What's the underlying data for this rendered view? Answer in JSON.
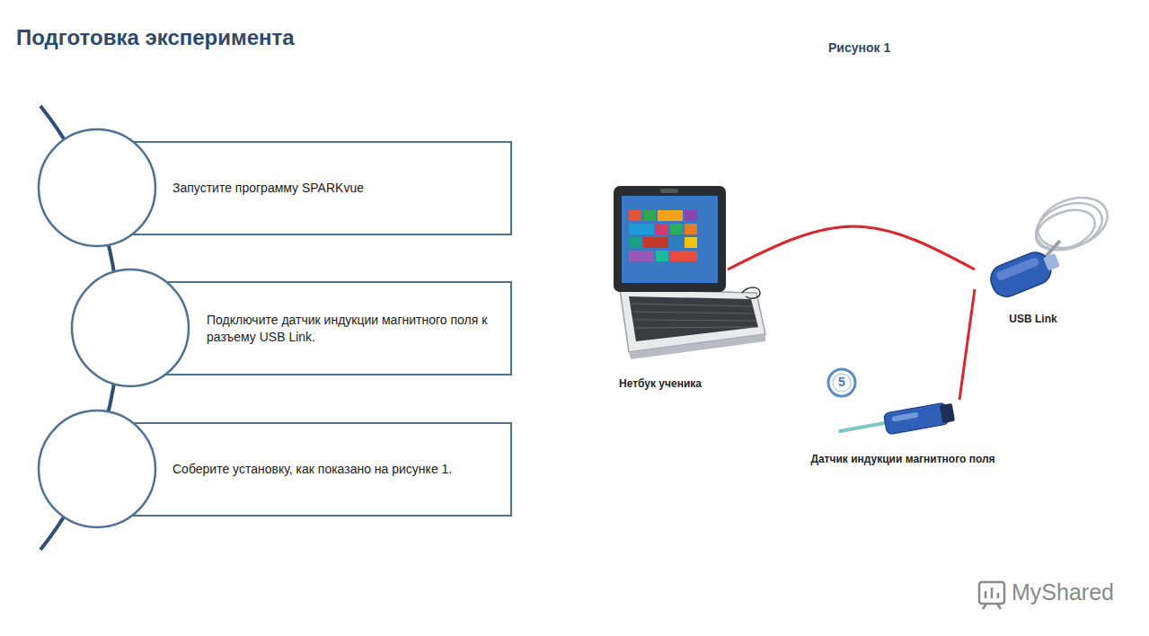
{
  "diagram": {
    "title": "Подготовка эксперимента",
    "nodes": [
      {
        "text": [
          "Запустите программу SPARKvue"
        ]
      },
      {
        "text": [
          "Подключите датчик индукции магнитного поля к разъему USB Link."
        ]
      },
      {
        "text": [
          "Соберите установку, как показано на рисунке 1."
        ]
      },
      {
        "text": [
          "Нетбук ученика"
        ]
      },
      {
        "text": [
          "USB Link"
        ]
      },
      {
        "text": [
          "Датчик индукции магнитного поля"
        ]
      }
    ],
    "edges": [
      {
        "from": 3,
        "to": 4,
        "arrow": "none"
      },
      {
        "from": 4,
        "to": 5,
        "arrow": "none"
      }
    ],
    "labels": [
      "Рисунок 1",
      "5",
      "MyShared"
    ]
  }
}
